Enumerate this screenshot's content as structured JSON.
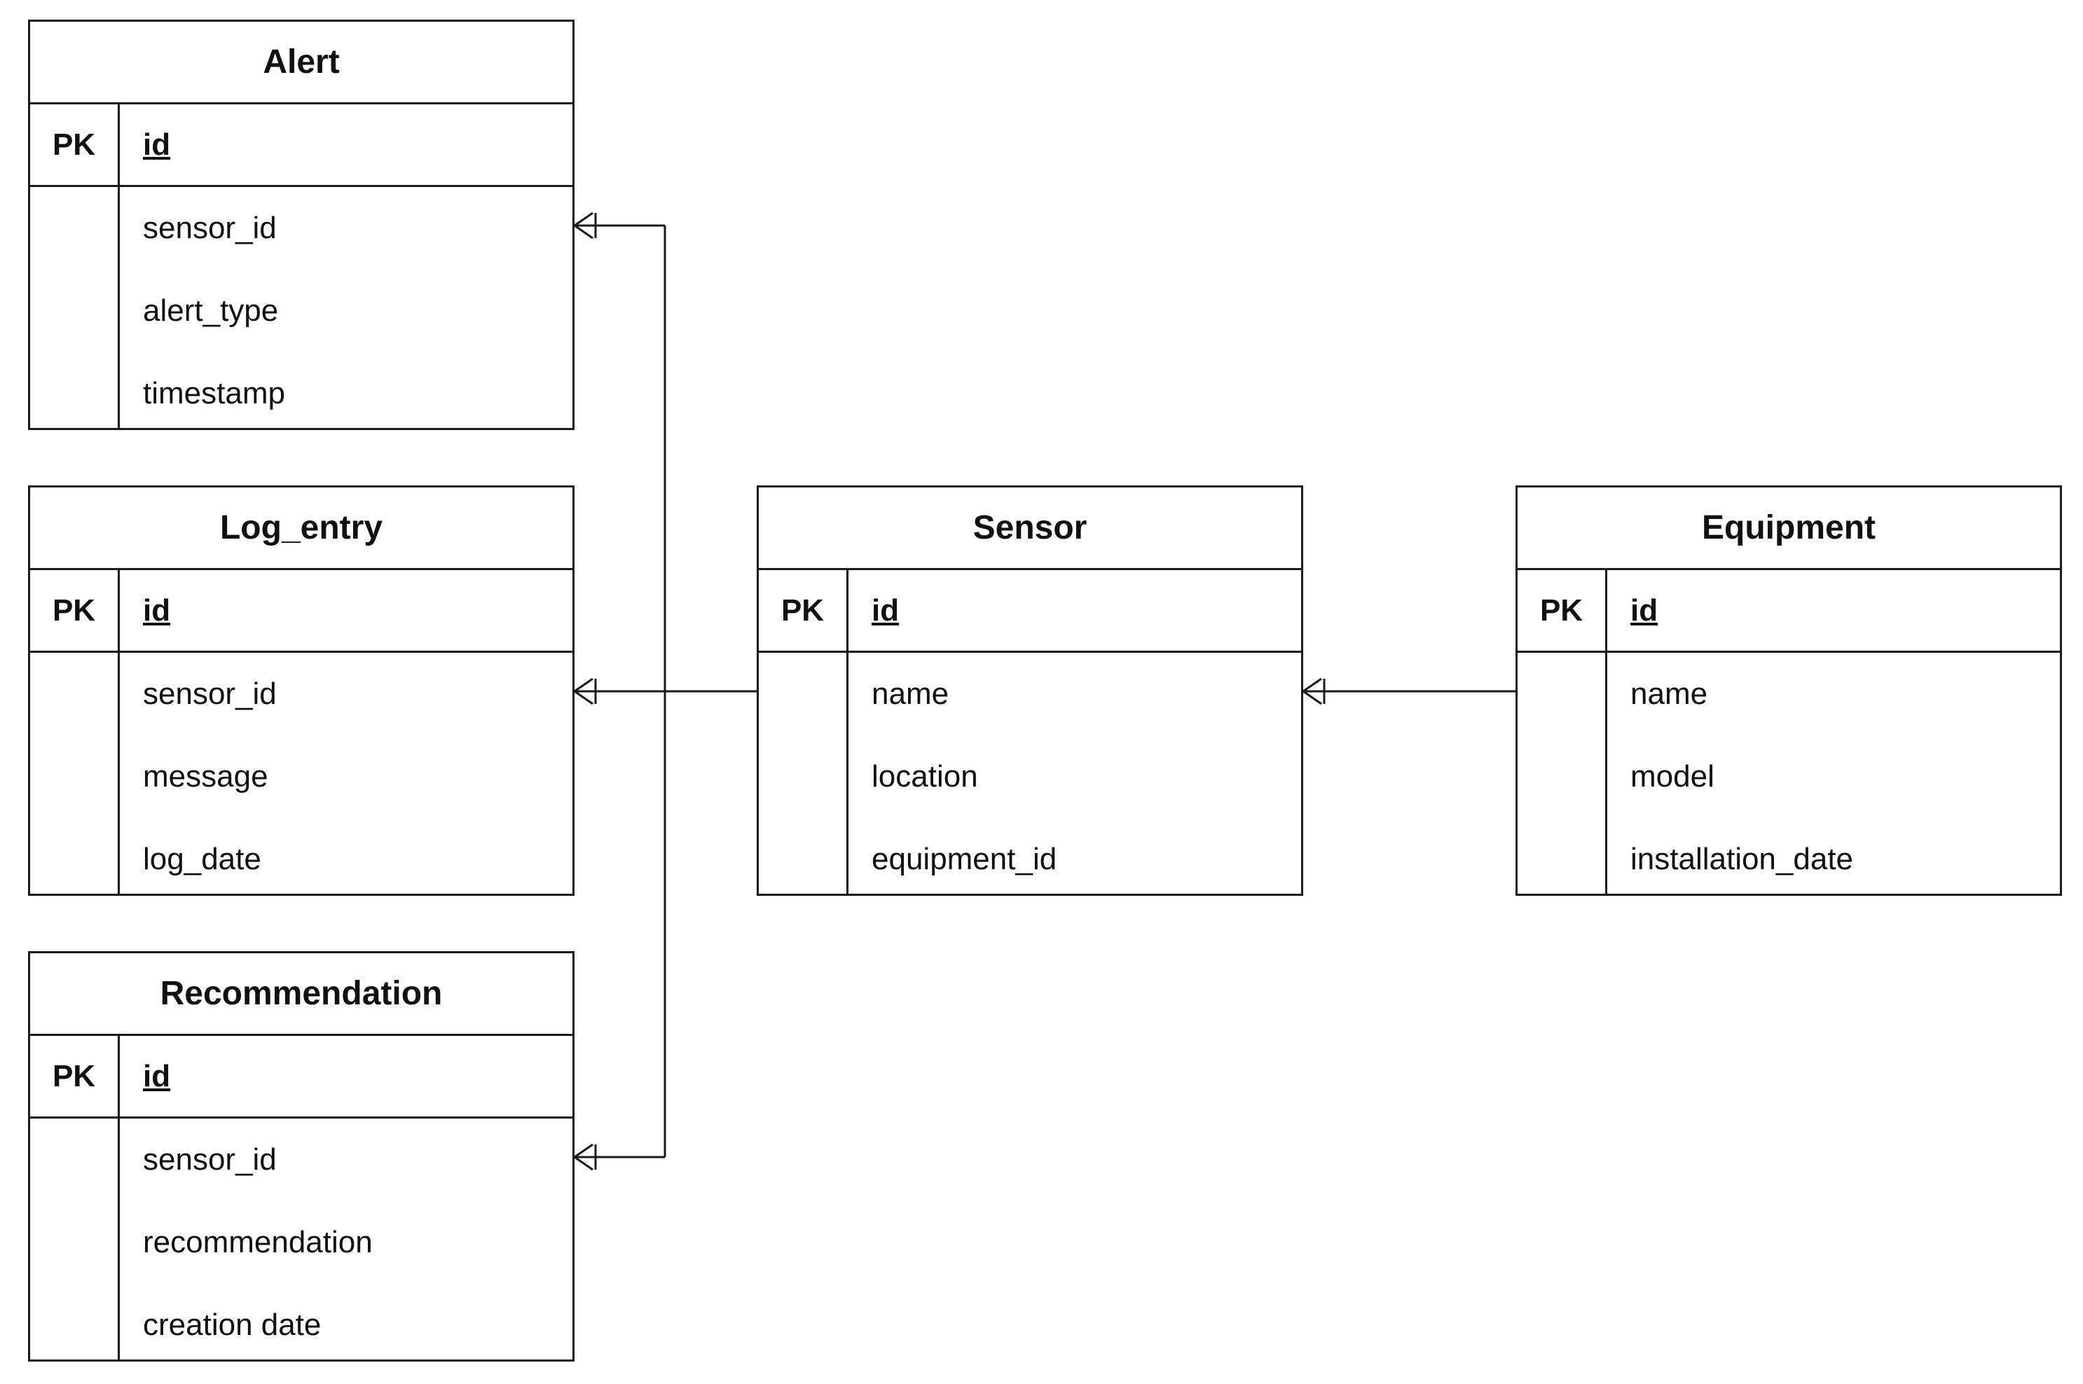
{
  "entities": {
    "alert": {
      "title": "Alert",
      "pk_label": "PK",
      "pk_field": "id",
      "fields": [
        "sensor_id",
        "alert_type",
        "timestamp"
      ]
    },
    "log_entry": {
      "title": "Log_entry",
      "pk_label": "PK",
      "pk_field": "id",
      "fields": [
        "sensor_id",
        "message",
        "log_date"
      ]
    },
    "recommendation": {
      "title": "Recommendation",
      "pk_label": "PK",
      "pk_field": "id",
      "fields": [
        "sensor_id",
        "recommendation",
        "creation date"
      ]
    },
    "sensor": {
      "title": "Sensor",
      "pk_label": "PK",
      "pk_field": "id",
      "fields": [
        "name",
        "location",
        "equipment_id"
      ]
    },
    "equipment": {
      "title": "Equipment",
      "pk_label": "PK",
      "pk_field": "id",
      "fields": [
        "name",
        "model",
        "installation_date"
      ]
    }
  },
  "relationships": [
    {
      "from": "Sensor",
      "to": "Alert",
      "cardinality": "one-to-many"
    },
    {
      "from": "Sensor",
      "to": "Log_entry",
      "cardinality": "one-to-many"
    },
    {
      "from": "Sensor",
      "to": "Recommendation",
      "cardinality": "one-to-many"
    },
    {
      "from": "Equipment",
      "to": "Sensor",
      "cardinality": "one-to-many"
    }
  ],
  "colors": {
    "line": "#1a1a1a",
    "background": "#ffffff"
  }
}
